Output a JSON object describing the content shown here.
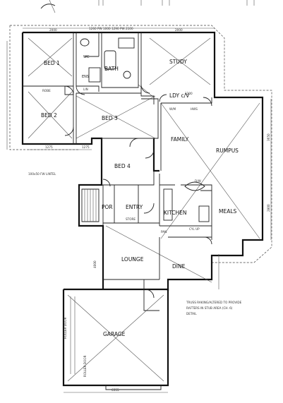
{
  "rooms": {
    "bed1": "BED 1",
    "bath": "BATH",
    "study": "STUDY",
    "bed2": "BED 2",
    "bed3": "BED 3",
    "ldy": "LDY c/V",
    "family": "FAMILY",
    "rumpus": "RUMPUS",
    "bed4": "BED 4",
    "por": "POR",
    "entry": "ENTRY",
    "kitchen": "KITCHEN",
    "meals": "MEALS",
    "lounge": "LOUNGE",
    "dine": "DINE",
    "garage": "GARAGE",
    "wc": "WC",
    "ens": "ENS"
  },
  "annotations": {
    "lintel": "100x50 FW LINTEL",
    "truss_note_1": "TRUSS RAKING/ALTERED TO PROVIDE",
    "truss_note_2": "RAFTERS IN STUB AREA (CH. 6)",
    "truss_note_3": "DETAIL",
    "top_dims": "1260 PW 1000   1290 PW 2100",
    "robe": "ROBE",
    "lin": "LIN",
    "pantry": "PAN",
    "store": "STORE",
    "roller_door_1": "ROLLER DOOR",
    "roller_door_2": "ROLLER DOOR",
    "wm": "W/M",
    "hw": "HWS",
    "cyl": "CYL UP",
    "dw": "D/W"
  },
  "dimensions": {
    "d_top_left": "2000",
    "d_top_right": "2000",
    "d_bed2_bottom": "1275",
    "d_bed3_bottom": "1275",
    "d_garage_bottom": "6355",
    "d_ldy": "1200",
    "d_side_1": "3650",
    "d_side_2": "2800",
    "d_side_3": "4000"
  }
}
